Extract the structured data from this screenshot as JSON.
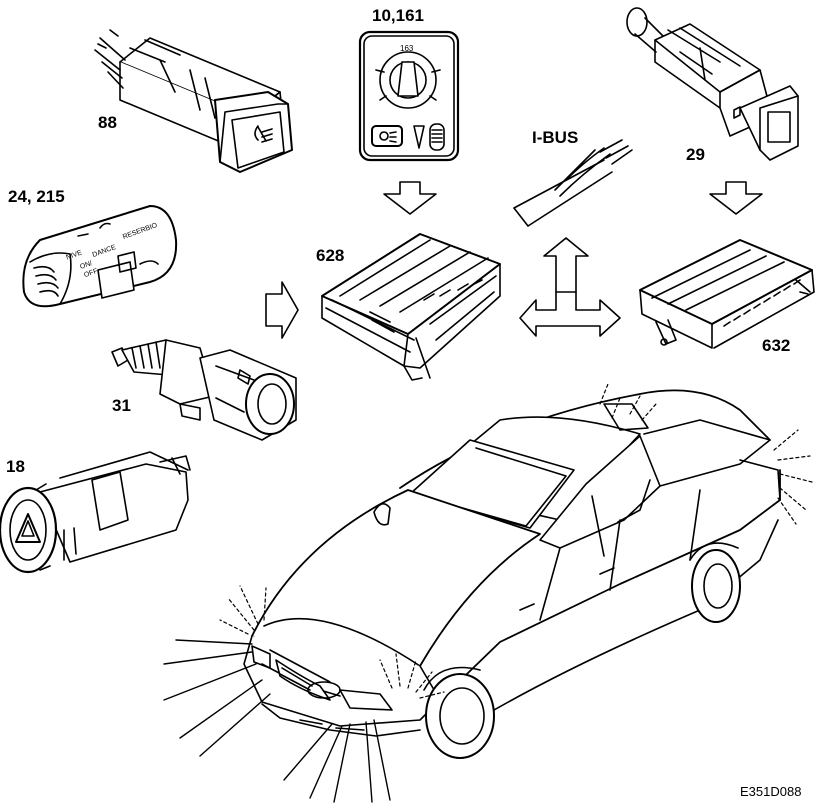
{
  "labels": {
    "fog_switch": "88",
    "light_switch": "10,161",
    "brake_switch": "29",
    "stalk_switch": "24, 215",
    "ibus": "I-BUS",
    "main_module": "628",
    "aux_module": "632",
    "temp_sensor": "31",
    "hazard_switch": "18"
  },
  "switch_markings": {
    "light_dial_top": "163",
    "stalk_text_1": "NIVE",
    "stalk_text_2": "ON/",
    "stalk_text_3": "OFF",
    "stalk_text_4": "DANCE",
    "stalk_text_5": "RESERBIO"
  },
  "figure_code": "E351D088",
  "colors": {
    "line": "#000000",
    "background": "#ffffff"
  }
}
